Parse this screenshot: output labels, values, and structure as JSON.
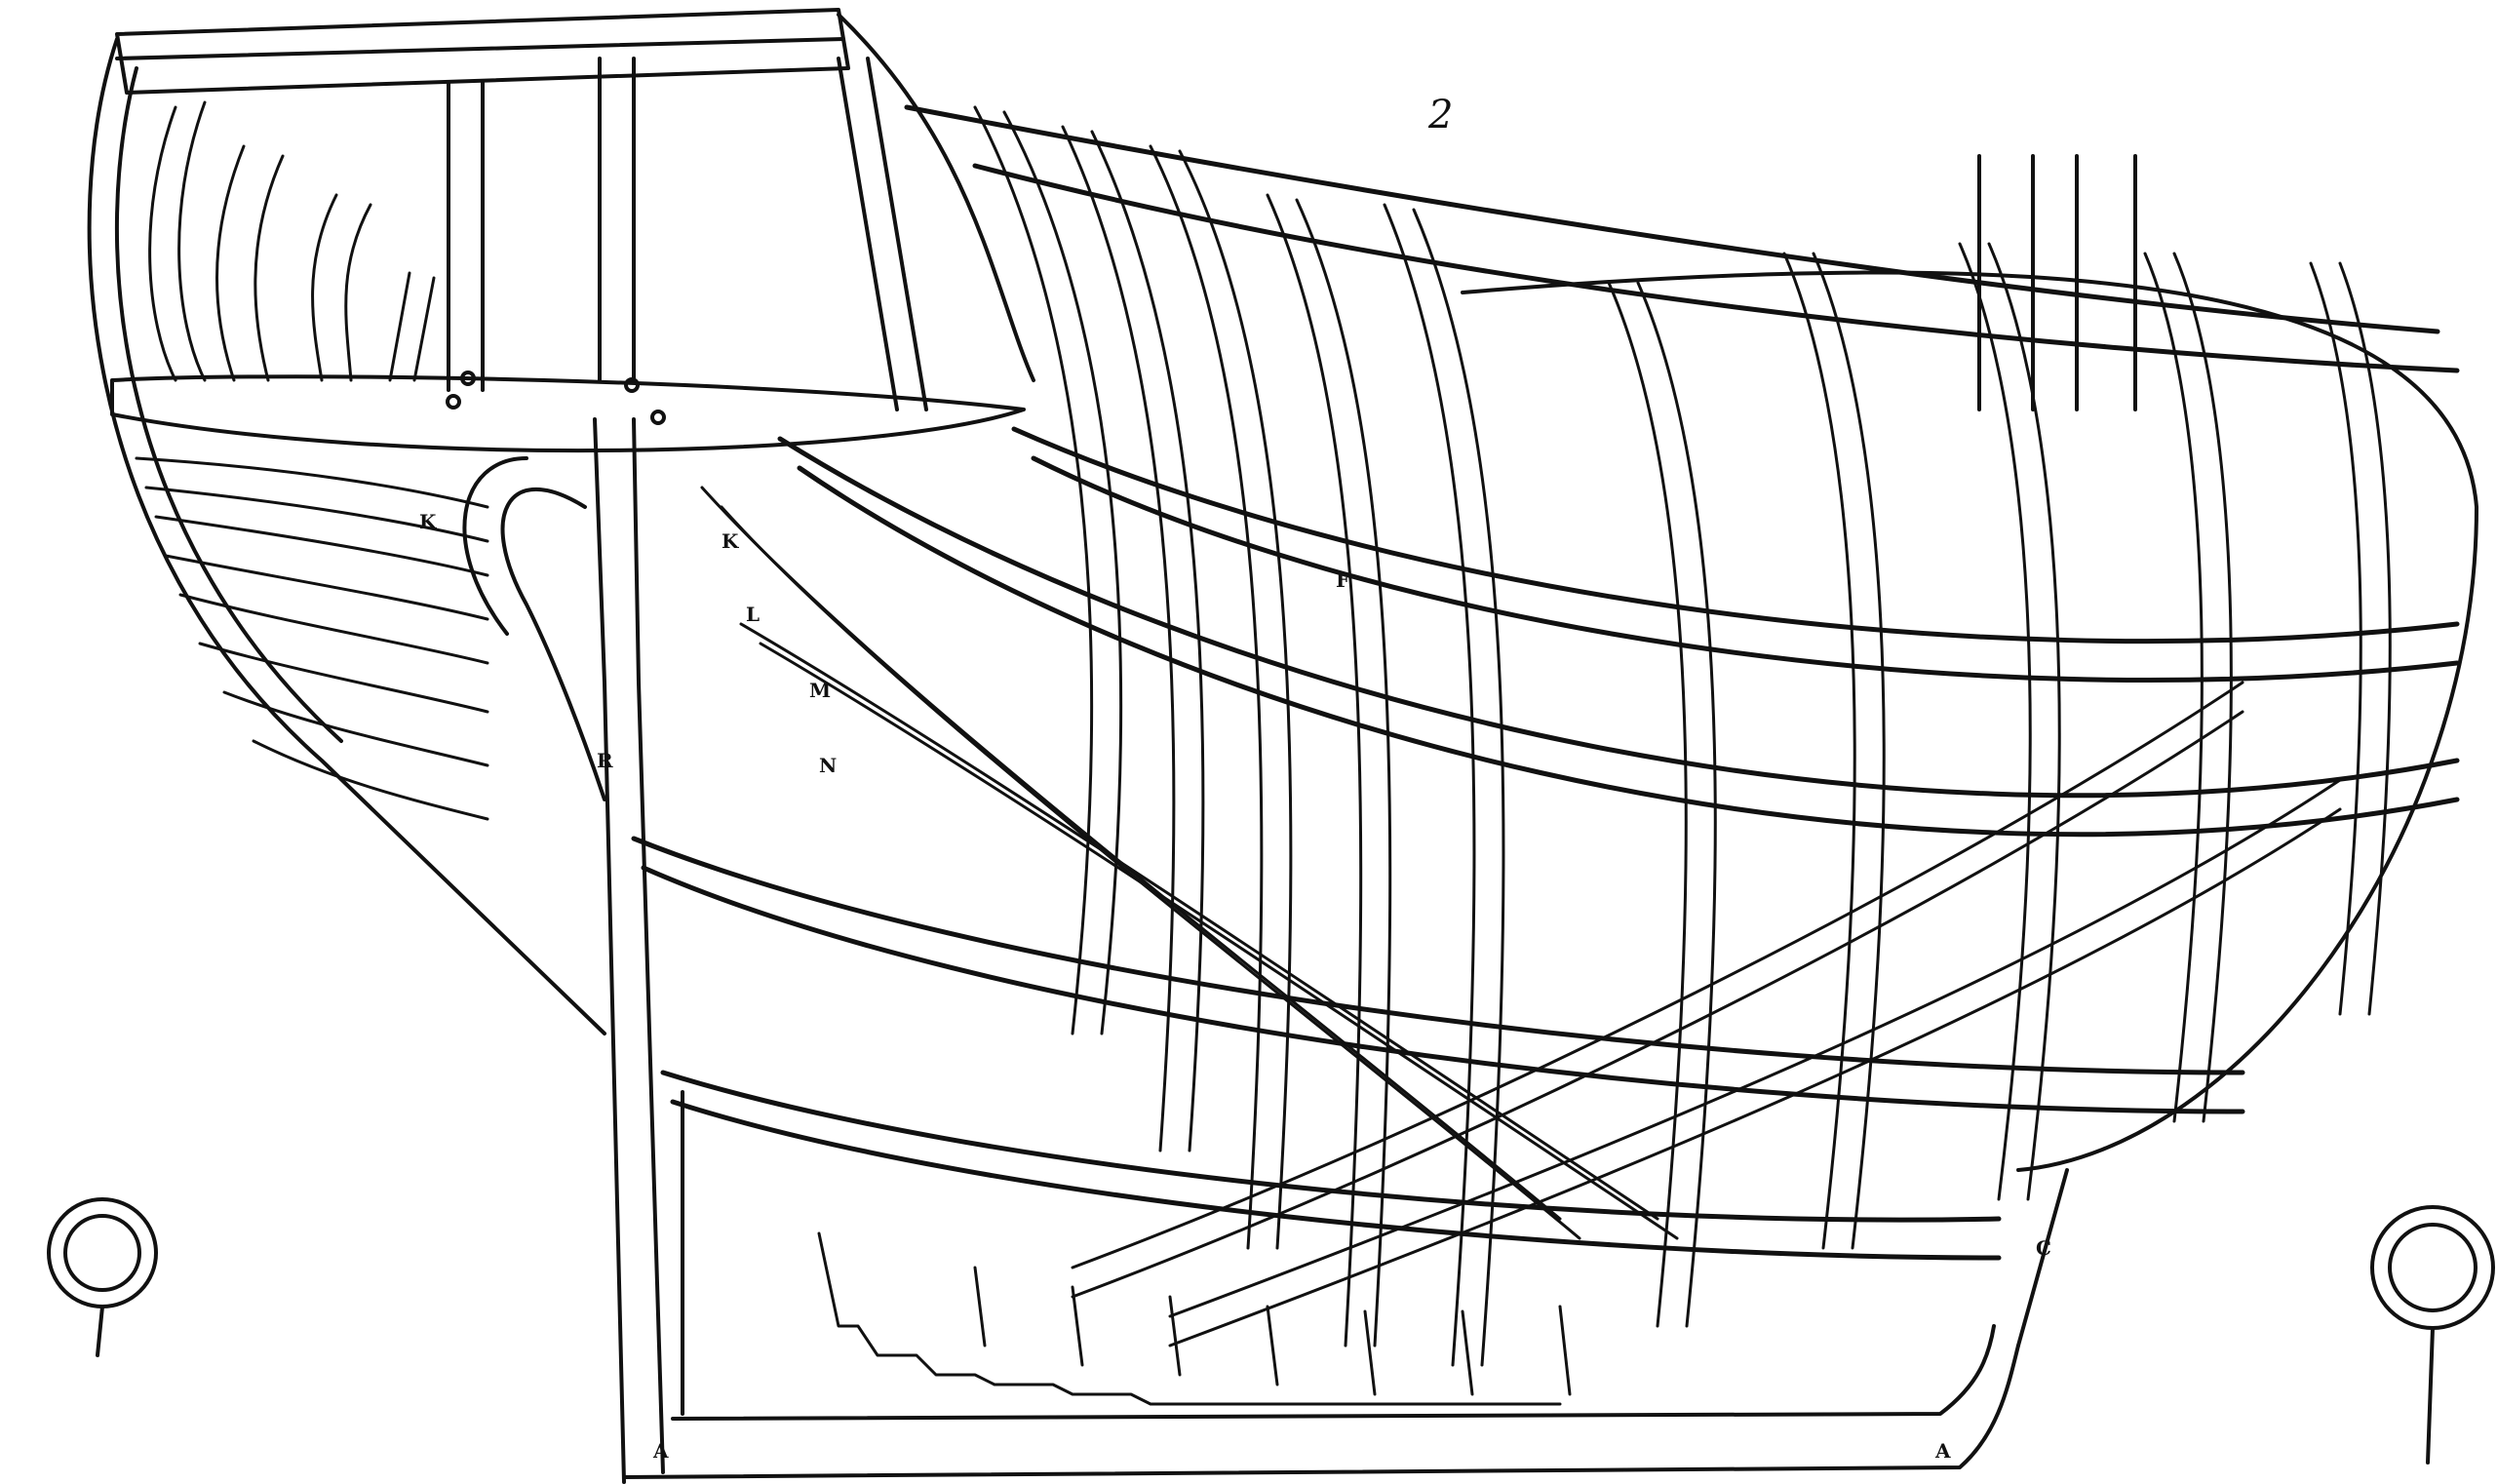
{
  "figure": {
    "number": "2"
  },
  "labels": {
    "k1": "K",
    "k2": "K",
    "l": "L",
    "m": "M",
    "n": "N",
    "r": "R",
    "c": "C",
    "f": "F",
    "a1": "A",
    "a2": "A"
  },
  "colors": {
    "ink": "#111111",
    "paper": "#ffffff"
  },
  "icons": {
    "left_marker": "lifebuoy-icon",
    "right_marker": "lifebuoy-icon"
  }
}
